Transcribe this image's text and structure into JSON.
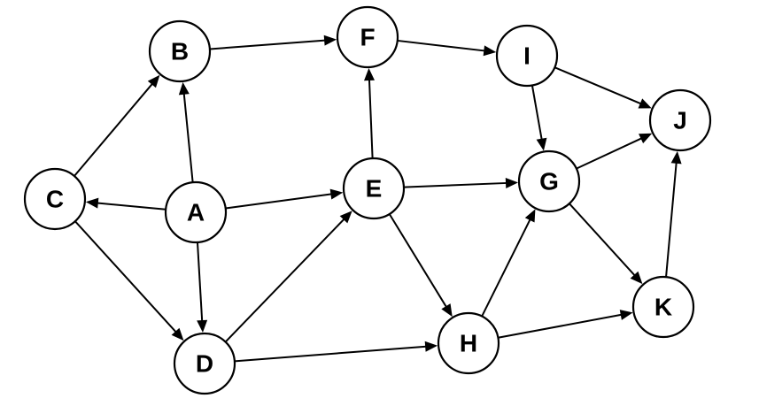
{
  "nodes": [
    {
      "id": "A",
      "label": "A"
    },
    {
      "id": "B",
      "label": "B"
    },
    {
      "id": "C",
      "label": "C"
    },
    {
      "id": "D",
      "label": "D"
    },
    {
      "id": "E",
      "label": "E"
    },
    {
      "id": "F",
      "label": "F"
    },
    {
      "id": "G",
      "label": "G"
    },
    {
      "id": "H",
      "label": "H"
    },
    {
      "id": "I",
      "label": "I"
    },
    {
      "id": "J",
      "label": "J"
    },
    {
      "id": "K",
      "label": "K"
    }
  ],
  "edges": [
    {
      "from": "A",
      "to": "B"
    },
    {
      "from": "A",
      "to": "C"
    },
    {
      "from": "A",
      "to": "D"
    },
    {
      "from": "A",
      "to": "E"
    },
    {
      "from": "C",
      "to": "B"
    },
    {
      "from": "C",
      "to": "D"
    },
    {
      "from": "B",
      "to": "F"
    },
    {
      "from": "D",
      "to": "E"
    },
    {
      "from": "D",
      "to": "H"
    },
    {
      "from": "E",
      "to": "F"
    },
    {
      "from": "E",
      "to": "G"
    },
    {
      "from": "E",
      "to": "H"
    },
    {
      "from": "F",
      "to": "I"
    },
    {
      "from": "I",
      "to": "G"
    },
    {
      "from": "I",
      "to": "J"
    },
    {
      "from": "G",
      "to": "J"
    },
    {
      "from": "G",
      "to": "K"
    },
    {
      "from": "H",
      "to": "G"
    },
    {
      "from": "H",
      "to": "K"
    },
    {
      "from": "K",
      "to": "J"
    }
  ],
  "colors": {
    "stroke": "#000000",
    "fill": "#ffffff"
  }
}
